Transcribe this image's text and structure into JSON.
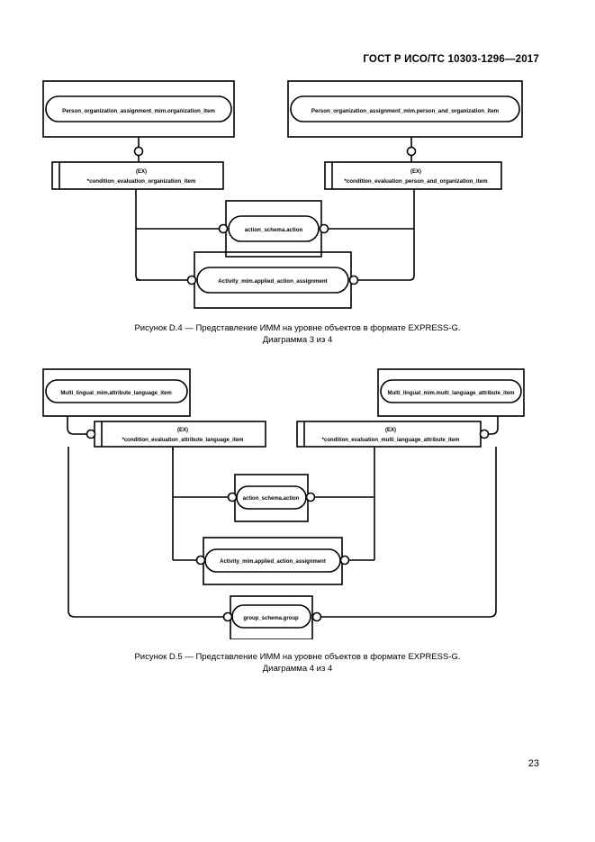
{
  "document": {
    "header": "ГОСТ Р ИСО/ТС 10303-1296—2017",
    "page_number": "23"
  },
  "figures": [
    {
      "id": "figure-d4",
      "caption_line1": "Рисунок D.4 — Представление ИММ на уровне объектов в формате EXPRESS-G.",
      "caption_line2": "Диаграмма 3 из 4",
      "nodes": {
        "top_left_entity": "Person_organization_assignment_mim.organization_item",
        "top_right_entity": "Person_organization_assignment_mim.person_and_organization_item",
        "left_ex_tag": "(EX)",
        "left_ex_label": "*condition_evaluation_organization_item",
        "right_ex_tag": "(EX)",
        "right_ex_label": "*condition_evaluation_person_and_organization_item",
        "middle_entity": "action_schema.action",
        "bottom_entity": "Activity_mim.applied_action_assignment"
      }
    },
    {
      "id": "figure-d5",
      "caption_line1": "Рисунок D.5 — Представление ИММ на уровне объектов в формате EXPRESS-G.",
      "caption_line2": "Диаграмма 4 из 4",
      "nodes": {
        "top_left_entity": "Multi_lingual_mim.attribute_language_item",
        "top_right_entity": "Multi_lingual_mim.multi_language_attribute_item",
        "left_ex_tag": "(EX)",
        "left_ex_label": "*condition_evaluation_attribute_language_item",
        "right_ex_tag": "(EX)",
        "right_ex_label": "*condition_evaluation_multi_language_attribute_item",
        "entity_1": "action_schema.action",
        "entity_2": "Activity_mim.applied_action_assignment",
        "entity_3": "group_schema.group"
      }
    }
  ],
  "colors": {
    "ink": "#000000",
    "paper": "#ffffff"
  }
}
